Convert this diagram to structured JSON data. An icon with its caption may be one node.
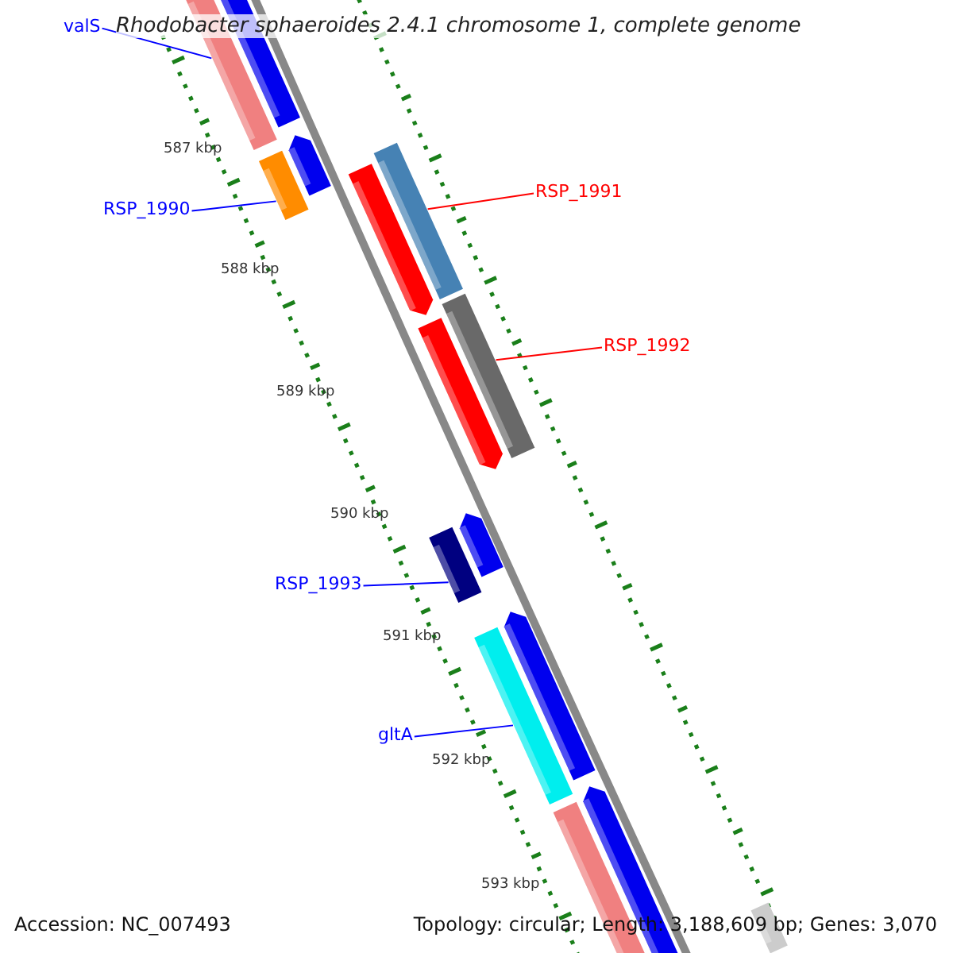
{
  "diagram": {
    "title": "Rhodobacter sphaeroides 2.4.1 chromosome 1, complete genome",
    "nodes": [
      {
        "text": [
          "valS"
        ]
      },
      {
        "text": [],
        "shape": "bar"
      },
      {
        "text": [
          "RSP_1990"
        ]
      },
      {
        "text": [],
        "shape": "bar"
      },
      {
        "text": [
          "RSP_1991"
        ]
      },
      {
        "text": [],
        "shape": "bar"
      },
      {
        "text": [
          "RSP_1992"
        ]
      },
      {
        "text": [],
        "shape": "bar"
      },
      {
        "text": [
          "RSP_1993"
        ]
      },
      {
        "text": [],
        "shape": "bar"
      },
      {
        "text": [
          "gltA"
        ]
      },
      {
        "text": [],
        "shape": "bar"
      }
    ],
    "edges": [
      {
        "from": 0,
        "to": 1,
        "arrow": "none"
      },
      {
        "from": 2,
        "to": 3,
        "arrow": "none"
      },
      {
        "from": 4,
        "to": 5,
        "arrow": "none",
        "color": "#ff0000"
      },
      {
        "from": 6,
        "to": 7,
        "arrow": "none",
        "color": "#ff0000"
      },
      {
        "from": 8,
        "to": 9,
        "arrow": "none"
      },
      {
        "from": 10,
        "to": 11,
        "arrow": "none"
      }
    ],
    "labels": [
      "587 kbp",
      "588 kbp",
      "589 kbp",
      "590 kbp",
      "591 kbp",
      "592 kbp",
      "593 kbp",
      "Accession: NC_007493",
      "Topology: circular; Length: 3,188,609 bp; Genes: 3,070"
    ]
  }
}
